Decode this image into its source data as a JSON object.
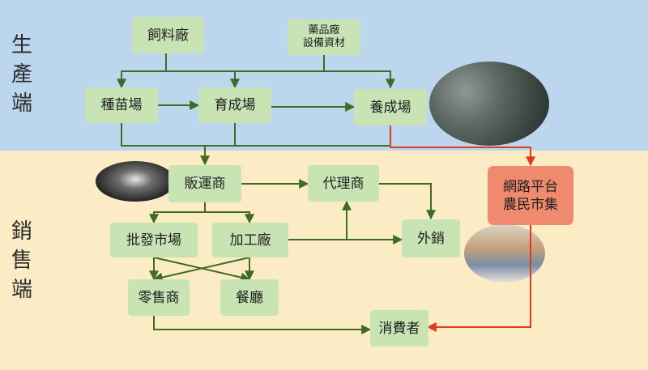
{
  "sections": {
    "production": "生產端",
    "sales": "銷售端"
  },
  "nodes": {
    "feed_factory": "飼料廠",
    "pharma": "藥品廠\n設備資材",
    "hatchery": "種苗場",
    "nursery": "育成場",
    "farm": "養成場",
    "trader": "販運商",
    "agent": "代理商",
    "online": "網路平台\n農民市集",
    "wholesale": "批發市場",
    "processing": "加工廠",
    "export": "外銷",
    "retailer": "零售商",
    "restaurant": "餐廳",
    "consumer": "消費者"
  },
  "colors": {
    "production_band": "#bcd6ee",
    "sales_band": "#fbecc6",
    "node_fill": "#c8e4b4",
    "online_fill": "#f08a6e",
    "arrow_main": "#3f6b22",
    "arrow_online": "#e03a20"
  }
}
